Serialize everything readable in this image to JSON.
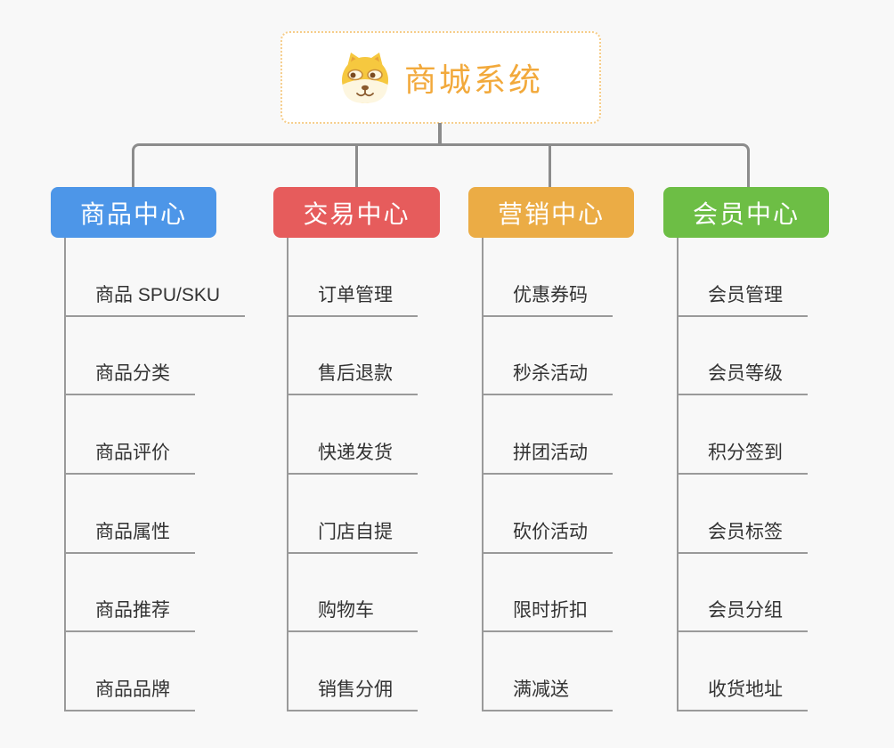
{
  "diagram": {
    "type": "mindmap-tree",
    "background_color": "#f8f8f8",
    "connector_color": "#8c8c8c"
  },
  "root": {
    "title": "商城系统",
    "title_color": "#f2a93b",
    "border_color": "#f6cd8a",
    "icon": "dog-face-icon"
  },
  "branches": [
    {
      "label": "商品中心",
      "color": "#4d96e8",
      "children": [
        "商品 SPU/SKU",
        "商品分类",
        "商品评价",
        "商品属性",
        "商品推荐",
        "商品品牌"
      ]
    },
    {
      "label": "交易中心",
      "color": "#e65c5c",
      "children": [
        "订单管理",
        "售后退款",
        "快递发货",
        "门店自提",
        "购物车",
        "销售分佣"
      ]
    },
    {
      "label": "营销中心",
      "color": "#ebac45",
      "children": [
        "优惠券码",
        "秒杀活动",
        "拼团活动",
        "砍价活动",
        "限时折扣",
        "满减送"
      ]
    },
    {
      "label": "会员中心",
      "color": "#6dbe45",
      "children": [
        "会员管理",
        "会员等级",
        "积分签到",
        "会员标签",
        "会员分组",
        "收货地址"
      ]
    }
  ]
}
